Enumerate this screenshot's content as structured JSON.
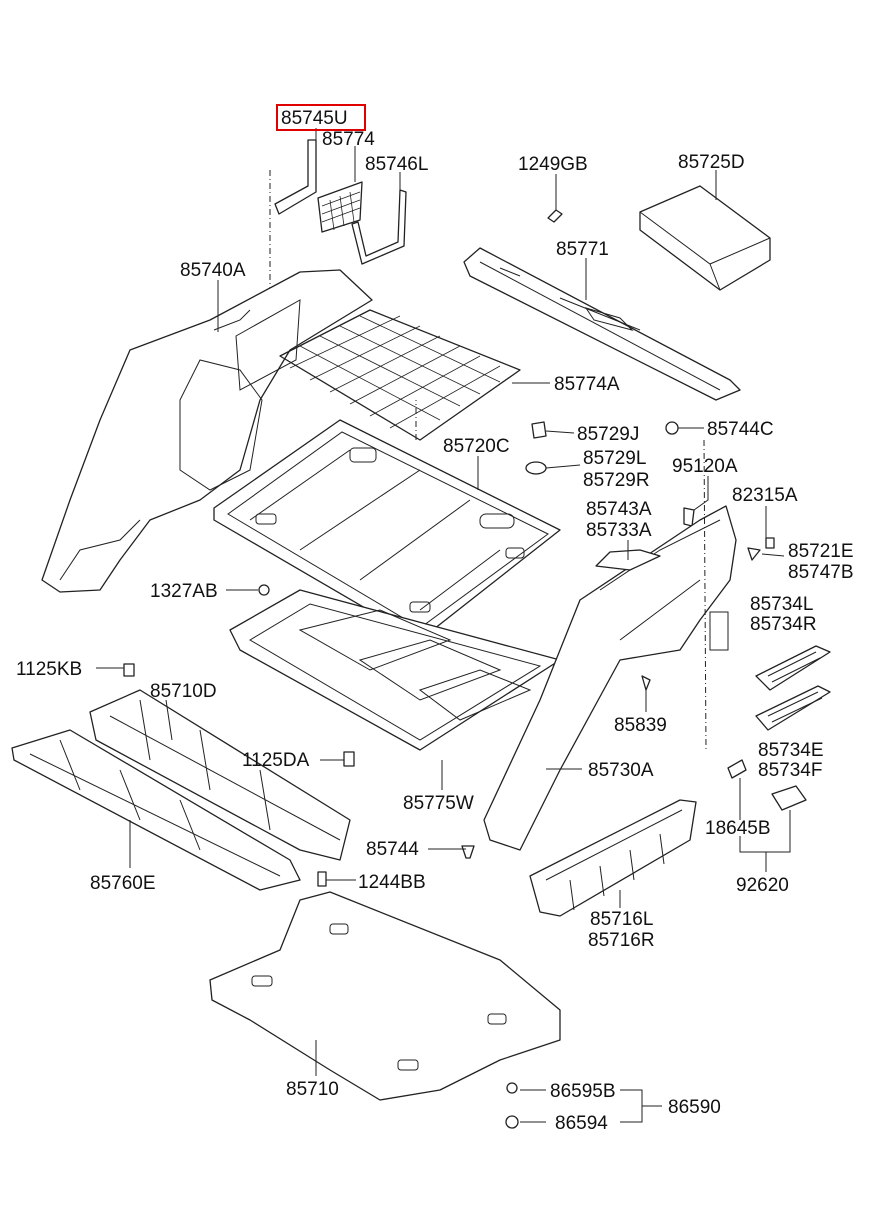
{
  "highlighted_part": "85745U",
  "highlight_color": "#e00000",
  "labels": {
    "p85745U": "85745U",
    "p85774": "85774",
    "p85746L": "85746L",
    "p1249GB": "1249GB",
    "p85725D": "85725D",
    "p85771": "85771",
    "p85740A": "85740A",
    "p85774A": "85774A",
    "p85729J": "85729J",
    "p85744C": "85744C",
    "p85720C": "85720C",
    "p85729L": "85729L",
    "p85729R": "85729R",
    "p95120A": "95120A",
    "p85743A": "85743A",
    "p85733A": "85733A",
    "p82315A": "82315A",
    "p85721E": "85721E",
    "p85747B": "85747B",
    "p1327AB": "1327AB",
    "p85734L": "85734L",
    "p85734R": "85734R",
    "p1125KB": "1125KB",
    "p85710D": "85710D",
    "p85839": "85839",
    "p1125DA": "1125DA",
    "p85730A": "85730A",
    "p85734E": "85734E",
    "p85734F": "85734F",
    "p85775W": "85775W",
    "p85744": "85744",
    "p18645B": "18645B",
    "p85760E": "85760E",
    "p1244BB": "1244BB",
    "p92620": "92620",
    "p85716L": "85716L",
    "p85716R": "85716R",
    "p85710": "85710",
    "p86595B": "86595B",
    "p86590": "86590",
    "p86594": "86594"
  }
}
